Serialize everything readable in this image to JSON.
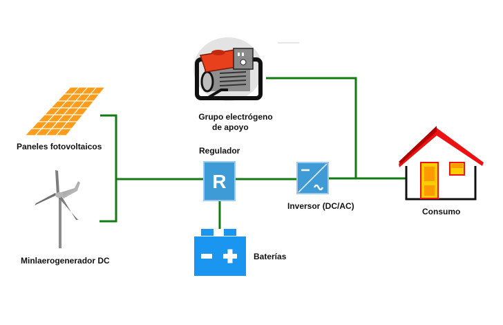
{
  "title": "Sistema híbrido aislado",
  "colors": {
    "wire": "#117a11",
    "solar": "#ff9c1a",
    "box_blue": "#3f9bd6",
    "battery_blue": "#1a95f0",
    "roof_red": "#ee1111",
    "roof_dark": "#b00000",
    "door_fill": "#ffcc00",
    "door_inner": "#ff9900",
    "generator_red": "#e8401c"
  },
  "nodes": {
    "solar": {
      "label": "Paneles fotovoltaicos",
      "icon": "solar-panel-icon"
    },
    "wind": {
      "label": "Minlaerogenerador DC",
      "icon": "wind-turbine-icon"
    },
    "generator": {
      "label_line1": "Grupo electrógeno",
      "label_line2": "de apoyo",
      "icon": "generator-icon"
    },
    "regulator": {
      "label": "Regulador",
      "glyph": "R",
      "icon": "regulator-icon"
    },
    "battery": {
      "label": "Baterías",
      "minus": "−",
      "plus": "+",
      "icon": "battery-icon"
    },
    "inverter": {
      "label": "Inversor (DC/AC)",
      "icon": "inverter-icon"
    },
    "house": {
      "label": "Consumo",
      "icon": "house-icon"
    }
  },
  "connections": [
    {
      "from": "solar",
      "to": "regulator"
    },
    {
      "from": "wind",
      "to": "regulator"
    },
    {
      "from": "regulator",
      "to": "battery"
    },
    {
      "from": "regulator",
      "to": "inverter"
    },
    {
      "from": "inverter",
      "to": "house"
    },
    {
      "from": "generator",
      "to": "house"
    }
  ]
}
